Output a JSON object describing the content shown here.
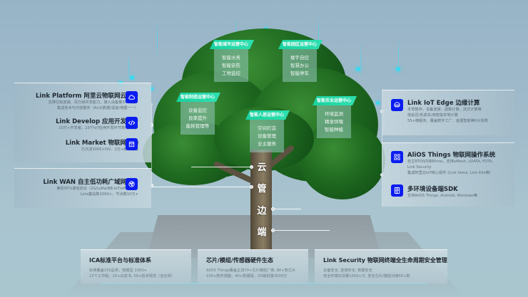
{
  "trunk_labels": [
    "云",
    "管",
    "边",
    "端"
  ],
  "tree_tags": [
    {
      "title": "智能城市运营中心",
      "items": [
        "智能水务",
        "智能安防",
        "工地监控"
      ]
    },
    {
      "title": "智能园区运营中心",
      "items": [
        "楼宇自控",
        "智慧办公",
        "智能停车"
      ]
    },
    {
      "title": "智能制造运营中心",
      "items": [
        "设备监控",
        "良率提升",
        "能耗管理等"
      ]
    },
    {
      "title": "智能人居运营中心",
      "items": [
        "空间打造",
        "设备管理",
        "业主服务"
      ]
    },
    {
      "title": "智能农业运营中心",
      "items": [
        "环境监测",
        "精准饲喂",
        "智能种植"
      ]
    }
  ],
  "left_panel": {
    "items": [
      {
        "title": "Link Platform 阿里云物联网云平台",
        "desc": [
          "支撑亿级连接、百万级并发能力、接入设备量3000万+",
          "集成技术与内容服务（AI/大数据/语音/地图一一）"
        ],
        "icon": "cloud-icon"
      },
      {
        "title": "Link Develop 应用开发平台",
        "desc": [
          "10万+开发者，23个IoT应用开发环节简化到5步"
        ],
        "icon": "code-icon"
      },
      {
        "title": "Link Market 物联网市场",
        "desc": [
          "已沉淀3000+ISV、2万+解决方案"
        ],
        "icon": "store-icon"
      },
      {
        "title": "Link WAN 自主低功耗广域网平台",
        "desc": [
          "兼容95%通信协议（2G/LoRa/NB-IoT/eMTC等）",
          "Lora基站数1000+，节点数10万+"
        ],
        "icon": "network-icon"
      }
    ]
  },
  "right_panel": {
    "items": [
      {
        "title": "Link IoT Edge 边缘计算",
        "desc": [
          "本地智存，设备连接，函数计算，流式计算等",
          "低延迟/低成本/高智能本地计算",
          "55+微服务，覆盖数字工厂、金屋智能等6大场景"
        ],
        "icon": "edge-icon"
      },
      {
        "title": "AliOS Things 物联网操作系统",
        "desc": [
          "自主RTOS内核Rhino，支持uMesh, uDATA, FOTA,",
          "Link Security",
          "集成阿里云IoT核心组件 (Link Voice, Link Kits等)"
        ],
        "icon": "grid-icon"
      },
      {
        "title": "多环境设备端SDK",
        "desc": [
          "支持AliOS Things, Android, Windows等"
        ],
        "icon": "sdk-icon"
      }
    ]
  },
  "bottom_cards": [
    {
      "title": "ICA标准平台与标准体系",
      "desc": [
        "标准覆盖150品类，物模型 1000+",
        "13个工作组，20+白皮书, 50+技术规范（含在研）"
      ]
    },
    {
      "title": "芯片/模组/传感器硬件生态",
      "desc": [
        "AliOS Things覆盖主流70+芯片模组厂商, 80+款芯片",
        "100+款传感器，40+款模组，OS装机量3500万"
      ]
    },
    {
      "title": "Link Security 物联网终端全生命周期安全管理",
      "desc": [
        "设备安全, 连接安全, 数据安全",
        "安全终端出货量1500+万, 安全芯片/模组对接50+款"
      ]
    }
  ],
  "colors": {
    "icon_bg": "#0a1cf0",
    "tag_green": "#1ad1a0",
    "particle": "#39d9f2"
  }
}
